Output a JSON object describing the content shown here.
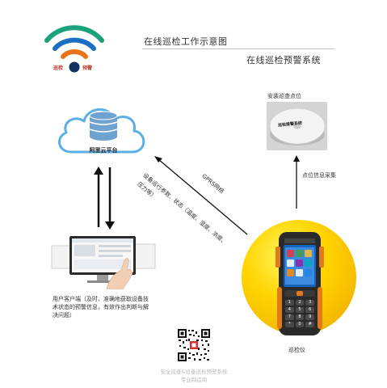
{
  "header": {
    "title": "在线巡检工作示意图",
    "subtitle": "在线巡检预警系统"
  },
  "logo": {
    "left_text": "巡检",
    "right_text": "预警",
    "colors": {
      "green": "#1aa37a",
      "blue": "#1a6fc4",
      "orange": "#e8731c",
      "navy": "#12325f"
    }
  },
  "cloud": {
    "label": "阿里云平台"
  },
  "links": {
    "gprs": "GPRS网络",
    "params_line1": "设备运行参数、状态（温度、湿度、浓度、",
    "params_line2": "压力等）"
  },
  "inspection_point": {
    "title": "安装巡查点位",
    "disc_text": "巡检报警系统",
    "collect_label": "点位信息采集"
  },
  "user_client": {
    "description": "用户客户端（及时、准确地获取设备技术状态的预警信息，有效作出判断与解决问题）"
  },
  "device": {
    "label": "巡检仪",
    "keys": [
      "1",
      "2",
      "3",
      "4",
      "5",
      "6",
      "7",
      "8",
      "9",
      "*",
      "0",
      "#"
    ]
  },
  "footer": {
    "line1": "安全巡查&设备巡检预警系统",
    "line2": "专业制造商"
  }
}
